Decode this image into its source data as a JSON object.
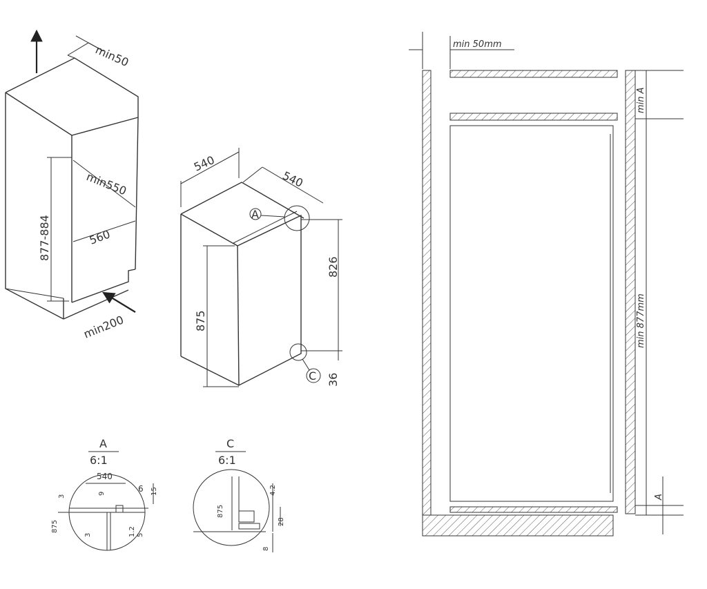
{
  "left_unit": {
    "min_top": "min50",
    "min_depth": "min550",
    "depth": "560",
    "height_range": "877-884",
    "min_bottom": "min200"
  },
  "center_unit": {
    "width": "540",
    "depth": "540",
    "height": "875",
    "door_height": "826",
    "bottom_gap": "36",
    "callout_a": "A",
    "callout_c": "C"
  },
  "detail_a": {
    "title": "A",
    "scale": "6:1",
    "dims": {
      "d540": "540",
      "d9": "9",
      "d6": "6",
      "d15": "15",
      "d3_left": "3",
      "d875": "875",
      "d3_low": "3",
      "d12": "1.2",
      "d5": "5"
    }
  },
  "detail_c": {
    "title": "C",
    "scale": "6:1",
    "dims": {
      "d42": "4.2",
      "d875": "875",
      "d28": "28",
      "d8": "8"
    }
  },
  "section": {
    "min_top_gap": "min 50mm",
    "min_a_top": "min A",
    "min_height": "min 877mm",
    "a_bottom": "A"
  }
}
